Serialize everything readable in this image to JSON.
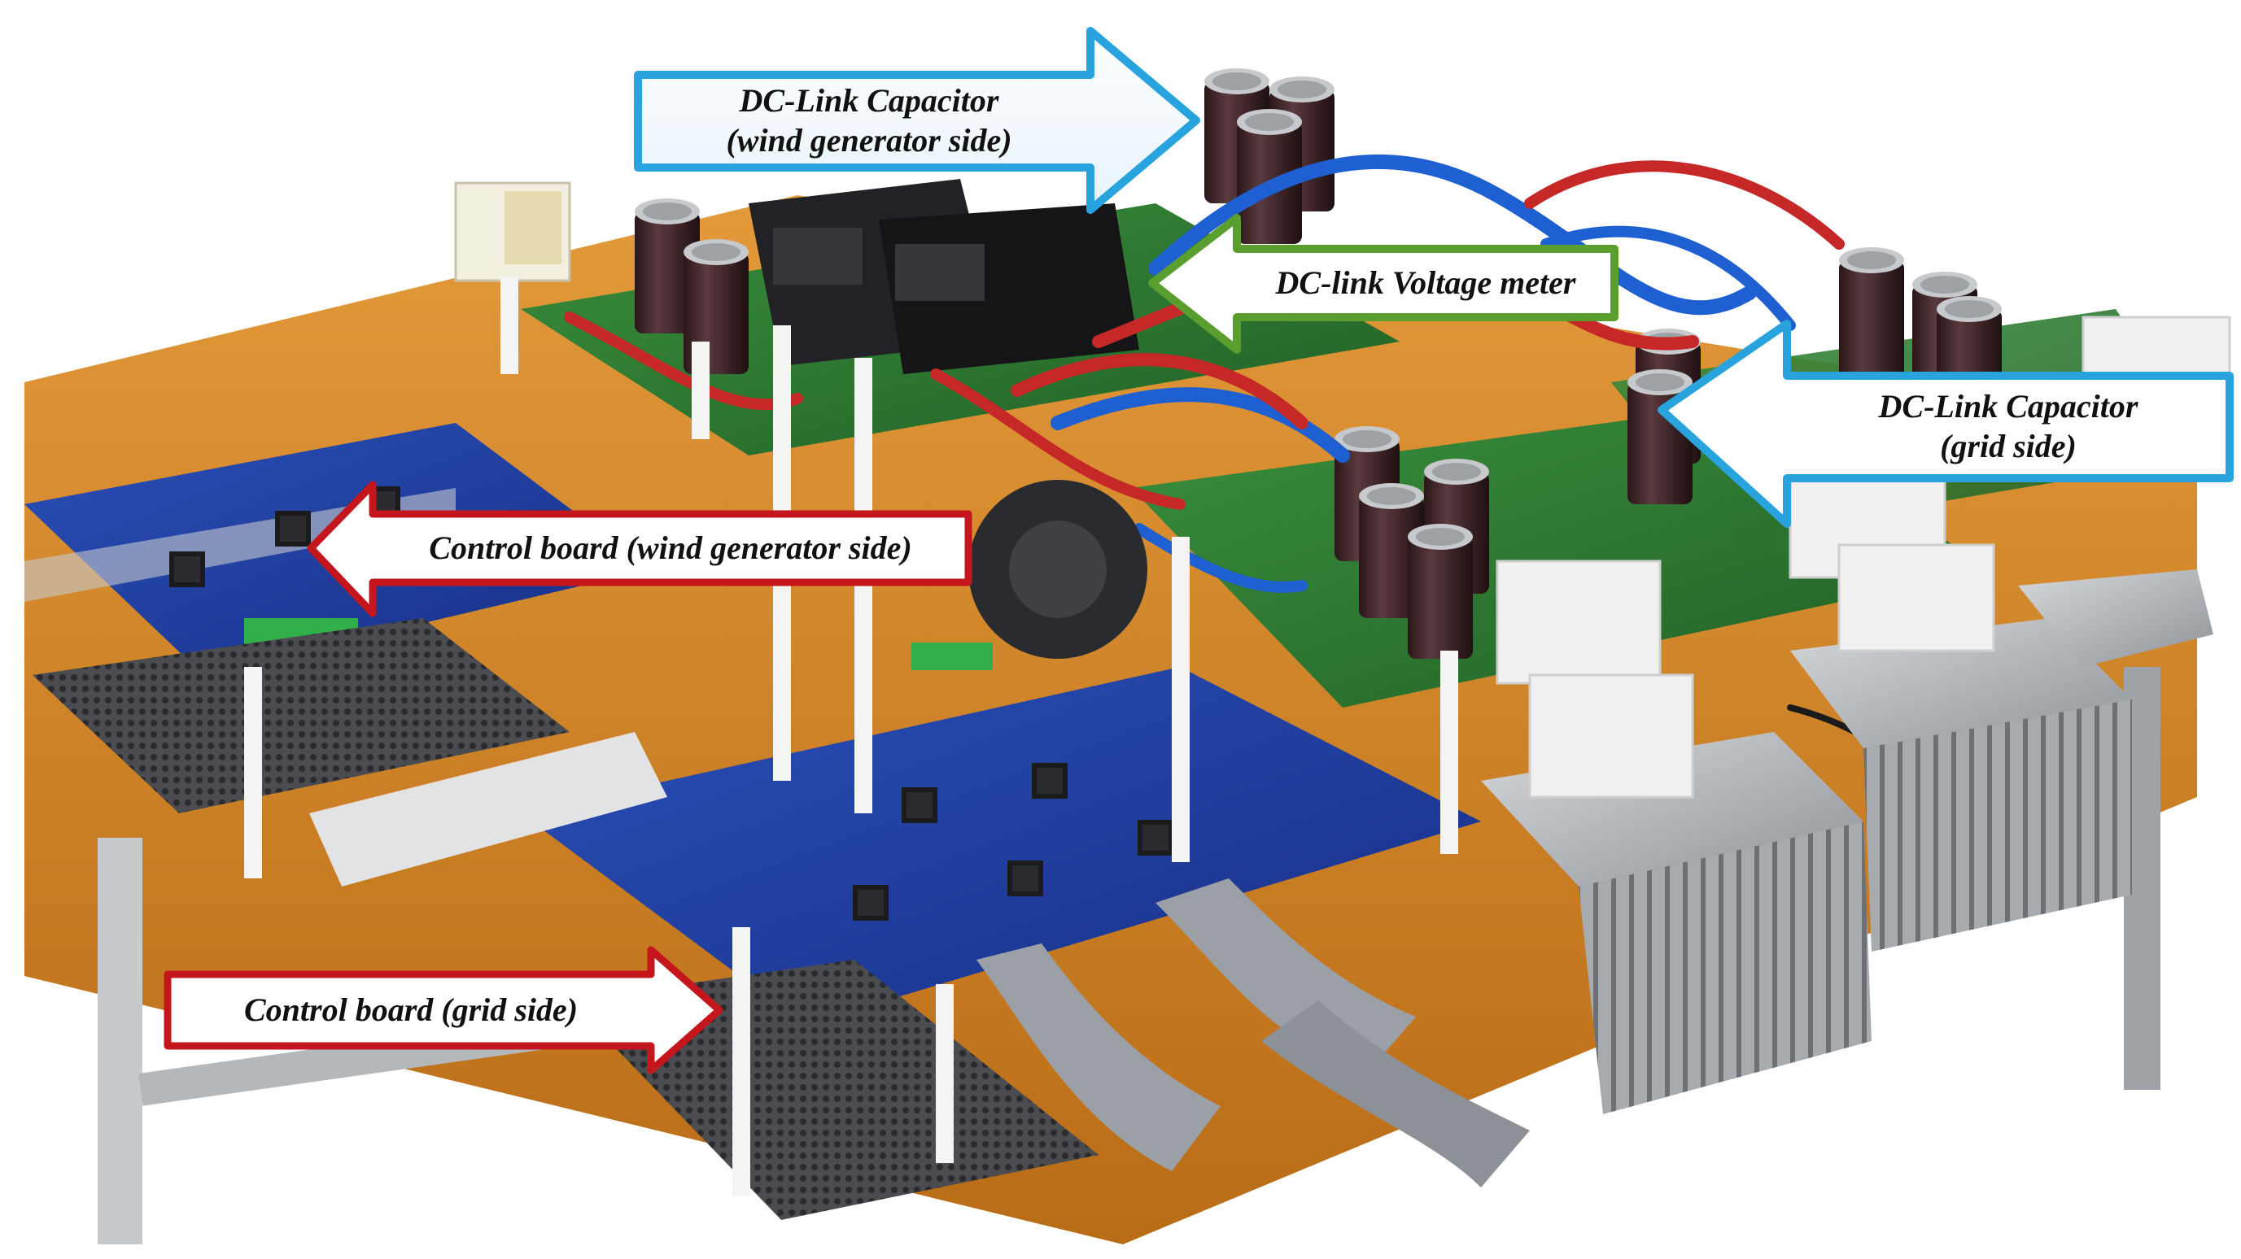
{
  "photo": {
    "subject": "power-converter-test-bench",
    "colors": {
      "table": "#d4831f",
      "pcb_blue": "#1d3c9e",
      "pcb_green": "#2e7d32",
      "capacitor": "#3a2226",
      "cable_red": "#c62828",
      "cable_blue": "#1e5fd1",
      "heatsink": "#b9bcc0",
      "ribbon": "#9aa0a6"
    }
  },
  "callouts": {
    "dc_link_cap_gen": {
      "line1": "DC-Link Capacitor",
      "line2": "(wind generator side)",
      "color": "#29a3dd",
      "icon": "arrow-right-icon"
    },
    "dc_link_voltage_meter": {
      "line1": "DC-link Voltage meter",
      "color": "#5a9e2f",
      "icon": "arrow-left-icon"
    },
    "dc_link_cap_grid": {
      "line1": "DC-Link Capacitor",
      "line2": "(grid side)",
      "color": "#29a3dd",
      "icon": "arrow-left-icon"
    },
    "control_board_gen": {
      "line1": "Control board (wind generator side)",
      "color": "#c4161c",
      "icon": "arrow-left-icon"
    },
    "control_board_grid": {
      "line1": "Control board (grid side)",
      "color": "#c4161c",
      "icon": "arrow-right-icon"
    }
  }
}
